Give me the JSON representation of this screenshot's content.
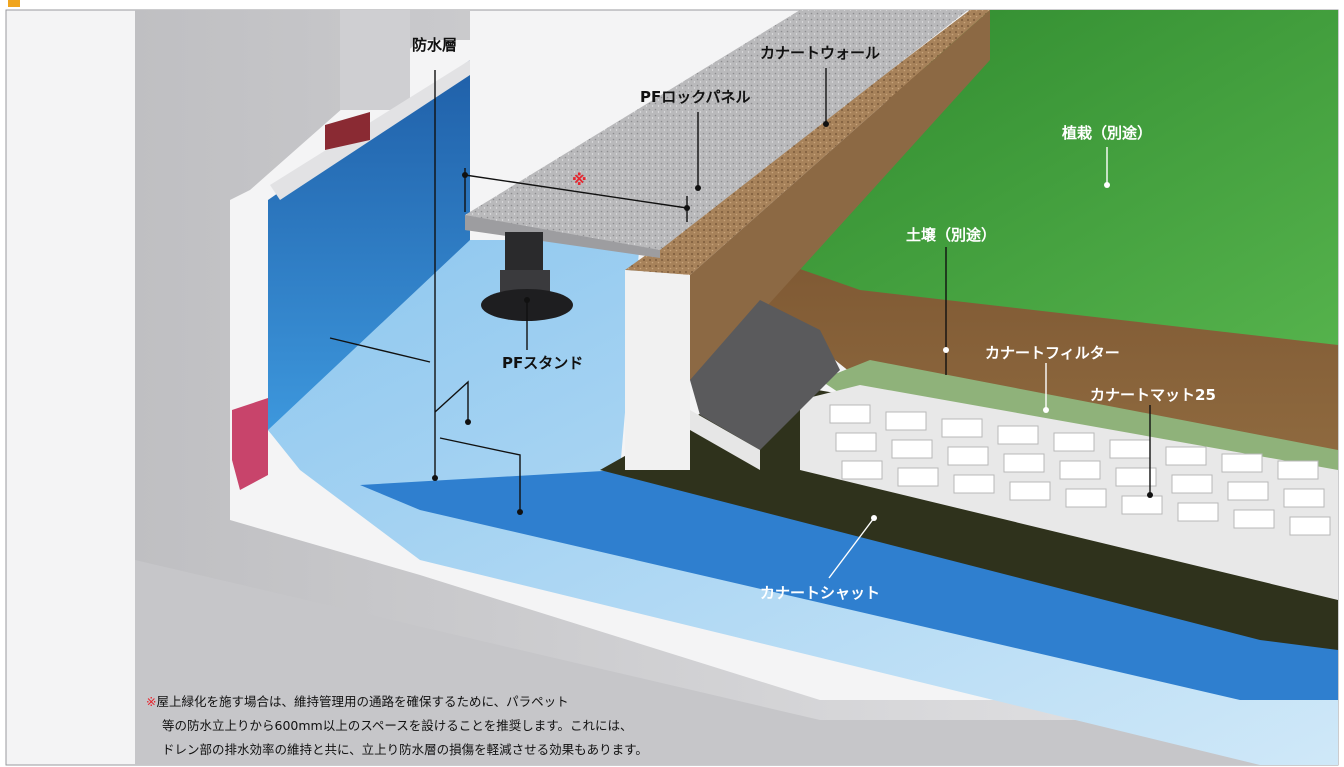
{
  "labels": {
    "bousui": "防水層",
    "canart_wall": "カナートウォール",
    "pf_rock": "PFロックパネル",
    "shokusai": "植栽（別途）",
    "dojou": "土壌（別途）",
    "pf_stand": "PFスタンド",
    "filter": "カナートフィルター",
    "mat": "カナートマット25",
    "sheet": "カナートシャット",
    "ref_mark": "※"
  },
  "note": {
    "mark": "※",
    "line1": "屋上緑化を施す場合は、維持管理用の通路を確保するために、パラペット",
    "line2": "等の防水立上りから600mm以上のスペースを設けることを推奨します。これには、",
    "line3": "ドレン部の排水効率の維持と共に、立上り防水層の損傷を軽減させる効果もあります。"
  },
  "colors": {
    "grass": "#3f9a3a",
    "soil": "#7a5430",
    "waterproof_blue": "#2f7fcf",
    "concrete": "#d9d9db",
    "accent_red": "#e6262f"
  }
}
